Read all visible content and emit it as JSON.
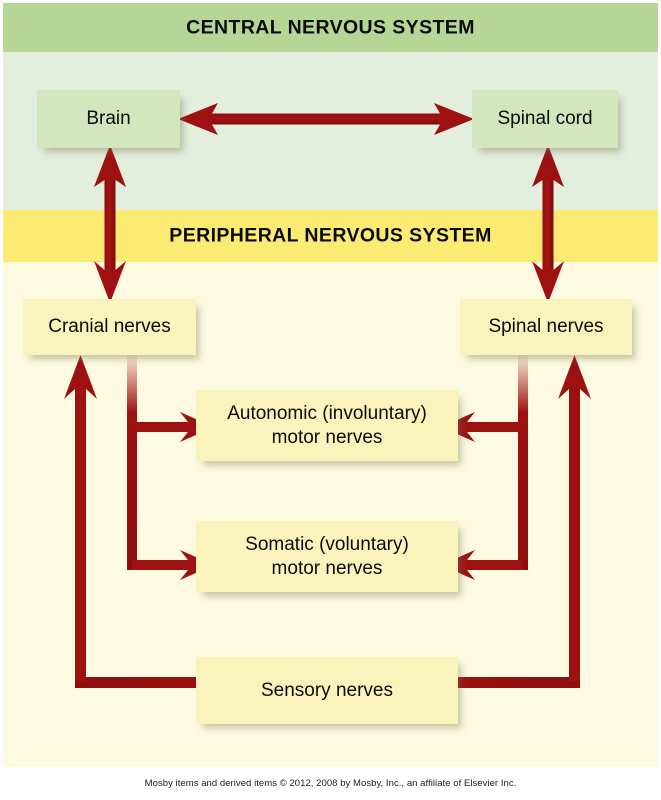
{
  "figure": {
    "title": "Nervous system organization diagram",
    "colors": {
      "cns_header_band": "#b6d696",
      "cns_body": "#e4eedd",
      "pns_header_band": "#fbeb72",
      "pns_body": "#fdfae1",
      "green_box": "#d3e6be",
      "yellow_box": "#fbf3bc",
      "arrow": "#991111",
      "text": "#0c0c0c"
    }
  },
  "bands": {
    "cns": {
      "label": "CENTRAL NERVOUS SYSTEM"
    },
    "pns": {
      "label": "PERIPHERAL NERVOUS SYSTEM"
    }
  },
  "nodes": {
    "brain": {
      "label": "Brain"
    },
    "spinal_cord": {
      "label": "Spinal cord"
    },
    "cranial_nerves": {
      "label": "Cranial nerves"
    },
    "spinal_nerves": {
      "label": "Spinal nerves"
    },
    "autonomic": {
      "line1": "Autonomic (involuntary)",
      "line2": "motor nerves"
    },
    "somatic": {
      "line1": "Somatic (voluntary)",
      "line2": "motor nerves"
    },
    "sensory": {
      "label": "Sensory nerves"
    }
  },
  "connections": [
    {
      "id": "brain-spinalcord",
      "from": "Brain",
      "to": "Spinal cord",
      "style": "double-headed-horizontal"
    },
    {
      "id": "brain-cranial",
      "from": "Brain",
      "to": "Cranial nerves",
      "style": "double-headed-vertical"
    },
    {
      "id": "spinalcord-spinalnerves",
      "from": "Spinal cord",
      "to": "Spinal nerves",
      "style": "double-headed-vertical"
    },
    {
      "id": "cranial-autonomic",
      "from": "Cranial nerves",
      "to": "Autonomic (involuntary) motor nerves",
      "style": "elbow-right-arrow"
    },
    {
      "id": "cranial-somatic",
      "from": "Cranial nerves",
      "to": "Somatic (voluntary) motor nerves",
      "style": "elbow-right-arrow"
    },
    {
      "id": "spinalnerves-autonomic",
      "from": "Spinal nerves",
      "to": "Autonomic (involuntary) motor nerves",
      "style": "elbow-left-arrow"
    },
    {
      "id": "spinalnerves-somatic",
      "from": "Spinal nerves",
      "to": "Somatic (voluntary) motor nerves",
      "style": "elbow-left-arrow"
    },
    {
      "id": "sensory-cranial",
      "from": "Sensory nerves",
      "to": "Cranial nerves",
      "style": "elbow-up-arrow"
    },
    {
      "id": "sensory-spinalnerves",
      "from": "Sensory nerves",
      "to": "Spinal nerves",
      "style": "elbow-up-arrow"
    }
  ],
  "footer": {
    "copyright": "Mosby items and derived items © 2012, 2008 by Mosby, Inc., an affiliate of Elsevier Inc."
  }
}
